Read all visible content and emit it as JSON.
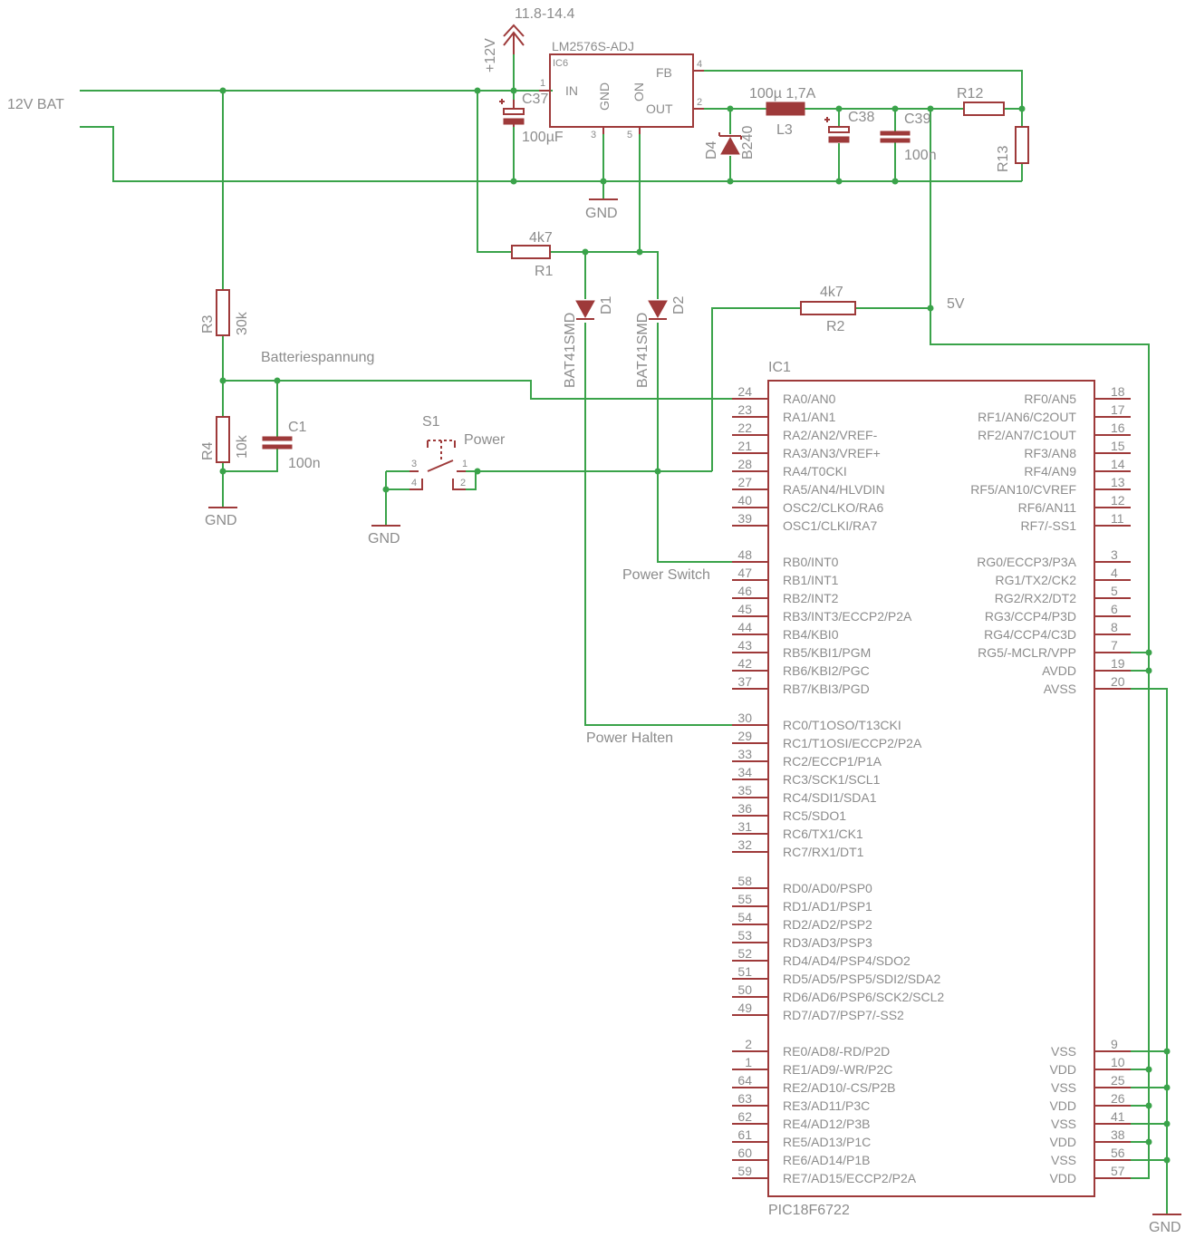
{
  "nets": {
    "bat": "12V BAT",
    "vin_range": "11.8-14.4",
    "vin": "+12V",
    "v5": "5V",
    "vbat": "Batteriespannung",
    "power_switch": "Power Switch",
    "power_hold": "Power Halten",
    "gnd": "GND"
  },
  "regulator": {
    "part": "LM2576S-ADJ",
    "name": "IC6",
    "pins": [
      "IN",
      "GND",
      "ON",
      "FB",
      "OUT"
    ],
    "pin_numbers": [
      "1",
      "3",
      "5",
      "4",
      "2"
    ]
  },
  "parts": {
    "C37": {
      "name": "C37",
      "value": "100µF"
    },
    "C38": {
      "name": "C38"
    },
    "C39": {
      "name": "C39",
      "value": "100n"
    },
    "D4": {
      "name": "D4",
      "value": "B240"
    },
    "L3": {
      "name": "L3",
      "value": "100µ 1,7A"
    },
    "R12": {
      "name": "R12"
    },
    "R13": {
      "name": "R13"
    },
    "R1": {
      "name": "R1",
      "value": "4k7"
    },
    "R2": {
      "name": "R2",
      "value": "4k7"
    },
    "D1": {
      "name": "D1",
      "value": "BAT41SMD"
    },
    "D2": {
      "name": "D2",
      "value": "BAT41SMD"
    },
    "R3": {
      "name": "R3",
      "value": "30k"
    },
    "R4": {
      "name": "R4",
      "value": "10k"
    },
    "C1": {
      "name": "C1",
      "value": "100n"
    },
    "S1": {
      "name": "S1",
      "value": "Power",
      "pins": [
        "3",
        "4",
        "1",
        "2"
      ]
    }
  },
  "mcu": {
    "name": "IC1",
    "part": "PIC18F6722",
    "left_pins": [
      {
        "num": "24",
        "name": "RA0/AN0"
      },
      {
        "num": "23",
        "name": "RA1/AN1"
      },
      {
        "num": "22",
        "name": "RA2/AN2/VREF-"
      },
      {
        "num": "21",
        "name": "RA3/AN3/VREF+"
      },
      {
        "num": "28",
        "name": "RA4/T0CKI"
      },
      {
        "num": "27",
        "name": "RA5/AN4/HLVDIN"
      },
      {
        "num": "40",
        "name": "OSC2/CLKO/RA6"
      },
      {
        "num": "39",
        "name": "OSC1/CLKI/RA7"
      },
      {
        "num": "",
        "name": ""
      },
      {
        "num": "48",
        "name": "RB0/INT0"
      },
      {
        "num": "47",
        "name": "RB1/INT1"
      },
      {
        "num": "46",
        "name": "RB2/INT2"
      },
      {
        "num": "45",
        "name": "RB3/INT3/ECCP2/P2A"
      },
      {
        "num": "44",
        "name": "RB4/KBI0"
      },
      {
        "num": "43",
        "name": "RB5/KBI1/PGM"
      },
      {
        "num": "42",
        "name": "RB6/KBI2/PGC"
      },
      {
        "num": "37",
        "name": "RB7/KBI3/PGD"
      },
      {
        "num": "",
        "name": ""
      },
      {
        "num": "30",
        "name": "RC0/T1OSO/T13CKI"
      },
      {
        "num": "29",
        "name": "RC1/T1OSI/ECCP2/P2A"
      },
      {
        "num": "33",
        "name": "RC2/ECCP1/P1A"
      },
      {
        "num": "34",
        "name": "RC3/SCK1/SCL1"
      },
      {
        "num": "35",
        "name": "RC4/SDI1/SDA1"
      },
      {
        "num": "36",
        "name": "RC5/SDO1"
      },
      {
        "num": "31",
        "name": "RC6/TX1/CK1"
      },
      {
        "num": "32",
        "name": "RC7/RX1/DT1"
      },
      {
        "num": "",
        "name": ""
      },
      {
        "num": "58",
        "name": "RD0/AD0/PSP0"
      },
      {
        "num": "55",
        "name": "RD1/AD1/PSP1"
      },
      {
        "num": "54",
        "name": "RD2/AD2/PSP2"
      },
      {
        "num": "53",
        "name": "RD3/AD3/PSP3"
      },
      {
        "num": "52",
        "name": "RD4/AD4/PSP4/SDO2"
      },
      {
        "num": "51",
        "name": "RD5/AD5/PSP5/SDI2/SDA2"
      },
      {
        "num": "50",
        "name": "RD6/AD6/PSP6/SCK2/SCL2"
      },
      {
        "num": "49",
        "name": "RD7/AD7/PSP7/-SS2"
      },
      {
        "num": "",
        "name": ""
      },
      {
        "num": "2",
        "name": "RE0/AD8/-RD/P2D"
      },
      {
        "num": "1",
        "name": "RE1/AD9/-WR/P2C"
      },
      {
        "num": "64",
        "name": "RE2/AD10/-CS/P2B"
      },
      {
        "num": "63",
        "name": "RE3/AD11/P3C"
      },
      {
        "num": "62",
        "name": "RE4/AD12/P3B"
      },
      {
        "num": "61",
        "name": "RE5/AD13/P1C"
      },
      {
        "num": "60",
        "name": "RE6/AD14/P1B"
      },
      {
        "num": "59",
        "name": "RE7/AD15/ECCP2/P2A"
      }
    ],
    "right_pins": [
      {
        "num": "18",
        "name": "RF0/AN5"
      },
      {
        "num": "17",
        "name": "RF1/AN6/C2OUT"
      },
      {
        "num": "16",
        "name": "RF2/AN7/C1OUT"
      },
      {
        "num": "15",
        "name": "RF3/AN8"
      },
      {
        "num": "14",
        "name": "RF4/AN9"
      },
      {
        "num": "13",
        "name": "RF5/AN10/CVREF"
      },
      {
        "num": "12",
        "name": "RF6/AN11"
      },
      {
        "num": "11",
        "name": "RF7/-SS1"
      },
      {
        "num": "",
        "name": ""
      },
      {
        "num": "3",
        "name": "RG0/ECCP3/P3A"
      },
      {
        "num": "4",
        "name": "RG1/TX2/CK2"
      },
      {
        "num": "5",
        "name": "RG2/RX2/DT2"
      },
      {
        "num": "6",
        "name": "RG3/CCP4/P3D"
      },
      {
        "num": "8",
        "name": "RG4/CCP4/C3D"
      },
      {
        "num": "7",
        "name": "RG5/-MCLR/VPP"
      },
      {
        "num": "19",
        "name": "AVDD"
      },
      {
        "num": "20",
        "name": "AVSS"
      },
      {
        "num": "",
        "name": ""
      },
      {
        "num": "",
        "name": ""
      },
      {
        "num": "",
        "name": ""
      },
      {
        "num": "",
        "name": ""
      },
      {
        "num": "",
        "name": ""
      },
      {
        "num": "",
        "name": ""
      },
      {
        "num": "",
        "name": ""
      },
      {
        "num": "",
        "name": ""
      },
      {
        "num": "",
        "name": ""
      },
      {
        "num": "",
        "name": ""
      },
      {
        "num": "",
        "name": ""
      },
      {
        "num": "",
        "name": ""
      },
      {
        "num": "",
        "name": ""
      },
      {
        "num": "",
        "name": ""
      },
      {
        "num": "",
        "name": ""
      },
      {
        "num": "",
        "name": ""
      },
      {
        "num": "",
        "name": ""
      },
      {
        "num": "",
        "name": ""
      },
      {
        "num": "",
        "name": ""
      },
      {
        "num": "9",
        "name": "VSS"
      },
      {
        "num": "10",
        "name": "VDD"
      },
      {
        "num": "25",
        "name": "VSS"
      },
      {
        "num": "26",
        "name": "VDD"
      },
      {
        "num": "41",
        "name": "VSS"
      },
      {
        "num": "38",
        "name": "VDD"
      },
      {
        "num": "56",
        "name": "VSS"
      },
      {
        "num": "57",
        "name": "VDD"
      }
    ]
  }
}
